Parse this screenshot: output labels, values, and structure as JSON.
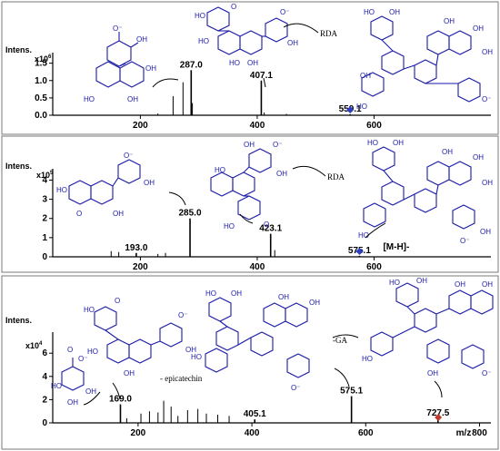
{
  "chart_data": [
    {
      "type": "bar",
      "title": "",
      "ylabel": "Intens.",
      "y_exponent": "x10",
      "x_ticks": [
        "200",
        "400",
        "600"
      ],
      "y_ticks": [
        "0.0",
        "0.5",
        "1.0",
        "1.5"
      ],
      "xlim": [
        50,
        800
      ],
      "ylim": [
        0,
        1.7
      ],
      "peaks": [
        {
          "x": 256,
          "y": 0.55,
          "label": ""
        },
        {
          "x": 273,
          "y": 0.95,
          "label": ""
        },
        {
          "x": 287,
          "y": 1.3,
          "label": "287.0"
        },
        {
          "x": 289,
          "y": 0.35,
          "label": ""
        },
        {
          "x": 407,
          "y": 1.0,
          "label": "407.1"
        },
        {
          "x": 412,
          "y": 0.08,
          "label": ""
        },
        {
          "x": 230,
          "y": 0.05,
          "label": ""
        },
        {
          "x": 450,
          "y": 0.04,
          "label": ""
        },
        {
          "x": 559,
          "y": 0.03,
          "label": "559.1"
        }
      ],
      "precursor_marker": {
        "x": 559.1,
        "color": "#2c3fc4"
      },
      "annotations": [
        "RDA"
      ]
    },
    {
      "type": "bar",
      "title": "",
      "ylabel": "Intens.",
      "y_exponent": "x10",
      "x_ticks": [
        "200",
        "400",
        "600"
      ],
      "y_ticks": [
        "0",
        "1",
        "2",
        "3",
        "4"
      ],
      "xlim": [
        50,
        800
      ],
      "ylim": [
        0,
        4.4
      ],
      "peaks": [
        {
          "x": 150,
          "y": 0.3,
          "label": ""
        },
        {
          "x": 163,
          "y": 0.25,
          "label": ""
        },
        {
          "x": 193,
          "y": 0.2,
          "label": "193.0"
        },
        {
          "x": 230,
          "y": 0.15,
          "label": ""
        },
        {
          "x": 243,
          "y": 0.2,
          "label": ""
        },
        {
          "x": 285,
          "y": 2.0,
          "label": "285.0"
        },
        {
          "x": 423,
          "y": 1.2,
          "label": "423.1"
        },
        {
          "x": 430,
          "y": 0.35,
          "label": ""
        },
        {
          "x": 575,
          "y": 0.05,
          "label": "575.1"
        }
      ],
      "precursor_marker": {
        "x": 575.1,
        "color": "#2c3fc4"
      },
      "precursor_label": "[M-H]-",
      "annotations": [
        "RDA"
      ]
    },
    {
      "type": "bar",
      "title": "",
      "ylabel": "Intens.",
      "y_exponent": "x10",
      "x_ticks": [
        "200",
        "400",
        "600",
        "800"
      ],
      "y_ticks": [
        "0",
        "2",
        "4",
        "6"
      ],
      "xlim": [
        50,
        820
      ],
      "ylim": [
        0,
        7.5
      ],
      "x_unit": "m/z",
      "peaks": [
        {
          "x": 169,
          "y": 1.6,
          "label": "169.0"
        },
        {
          "x": 180,
          "y": 0.4,
          "label": ""
        },
        {
          "x": 205,
          "y": 0.8,
          "label": ""
        },
        {
          "x": 220,
          "y": 1.0,
          "label": ""
        },
        {
          "x": 235,
          "y": 0.9,
          "label": ""
        },
        {
          "x": 245,
          "y": 1.9,
          "label": ""
        },
        {
          "x": 258,
          "y": 1.4,
          "label": ""
        },
        {
          "x": 270,
          "y": 0.6,
          "label": ""
        },
        {
          "x": 287,
          "y": 1.1,
          "label": ""
        },
        {
          "x": 305,
          "y": 1.2,
          "label": ""
        },
        {
          "x": 320,
          "y": 0.8,
          "label": ""
        },
        {
          "x": 340,
          "y": 0.7,
          "label": ""
        },
        {
          "x": 360,
          "y": 0.6,
          "label": ""
        },
        {
          "x": 405,
          "y": 0.3,
          "label": "405.1"
        },
        {
          "x": 575,
          "y": 2.3,
          "label": "575.1"
        },
        {
          "x": 727,
          "y": 0.4,
          "label": "727.5"
        }
      ],
      "precursor_marker": {
        "x": 727.5,
        "color": "#c0392b"
      },
      "annotations": [
        "-GA",
        "- epicatechin"
      ]
    }
  ],
  "colors": {
    "structure": "#1a1aa8",
    "precursor_blue": "#2c3fc4",
    "precursor_red": "#c0392b"
  }
}
